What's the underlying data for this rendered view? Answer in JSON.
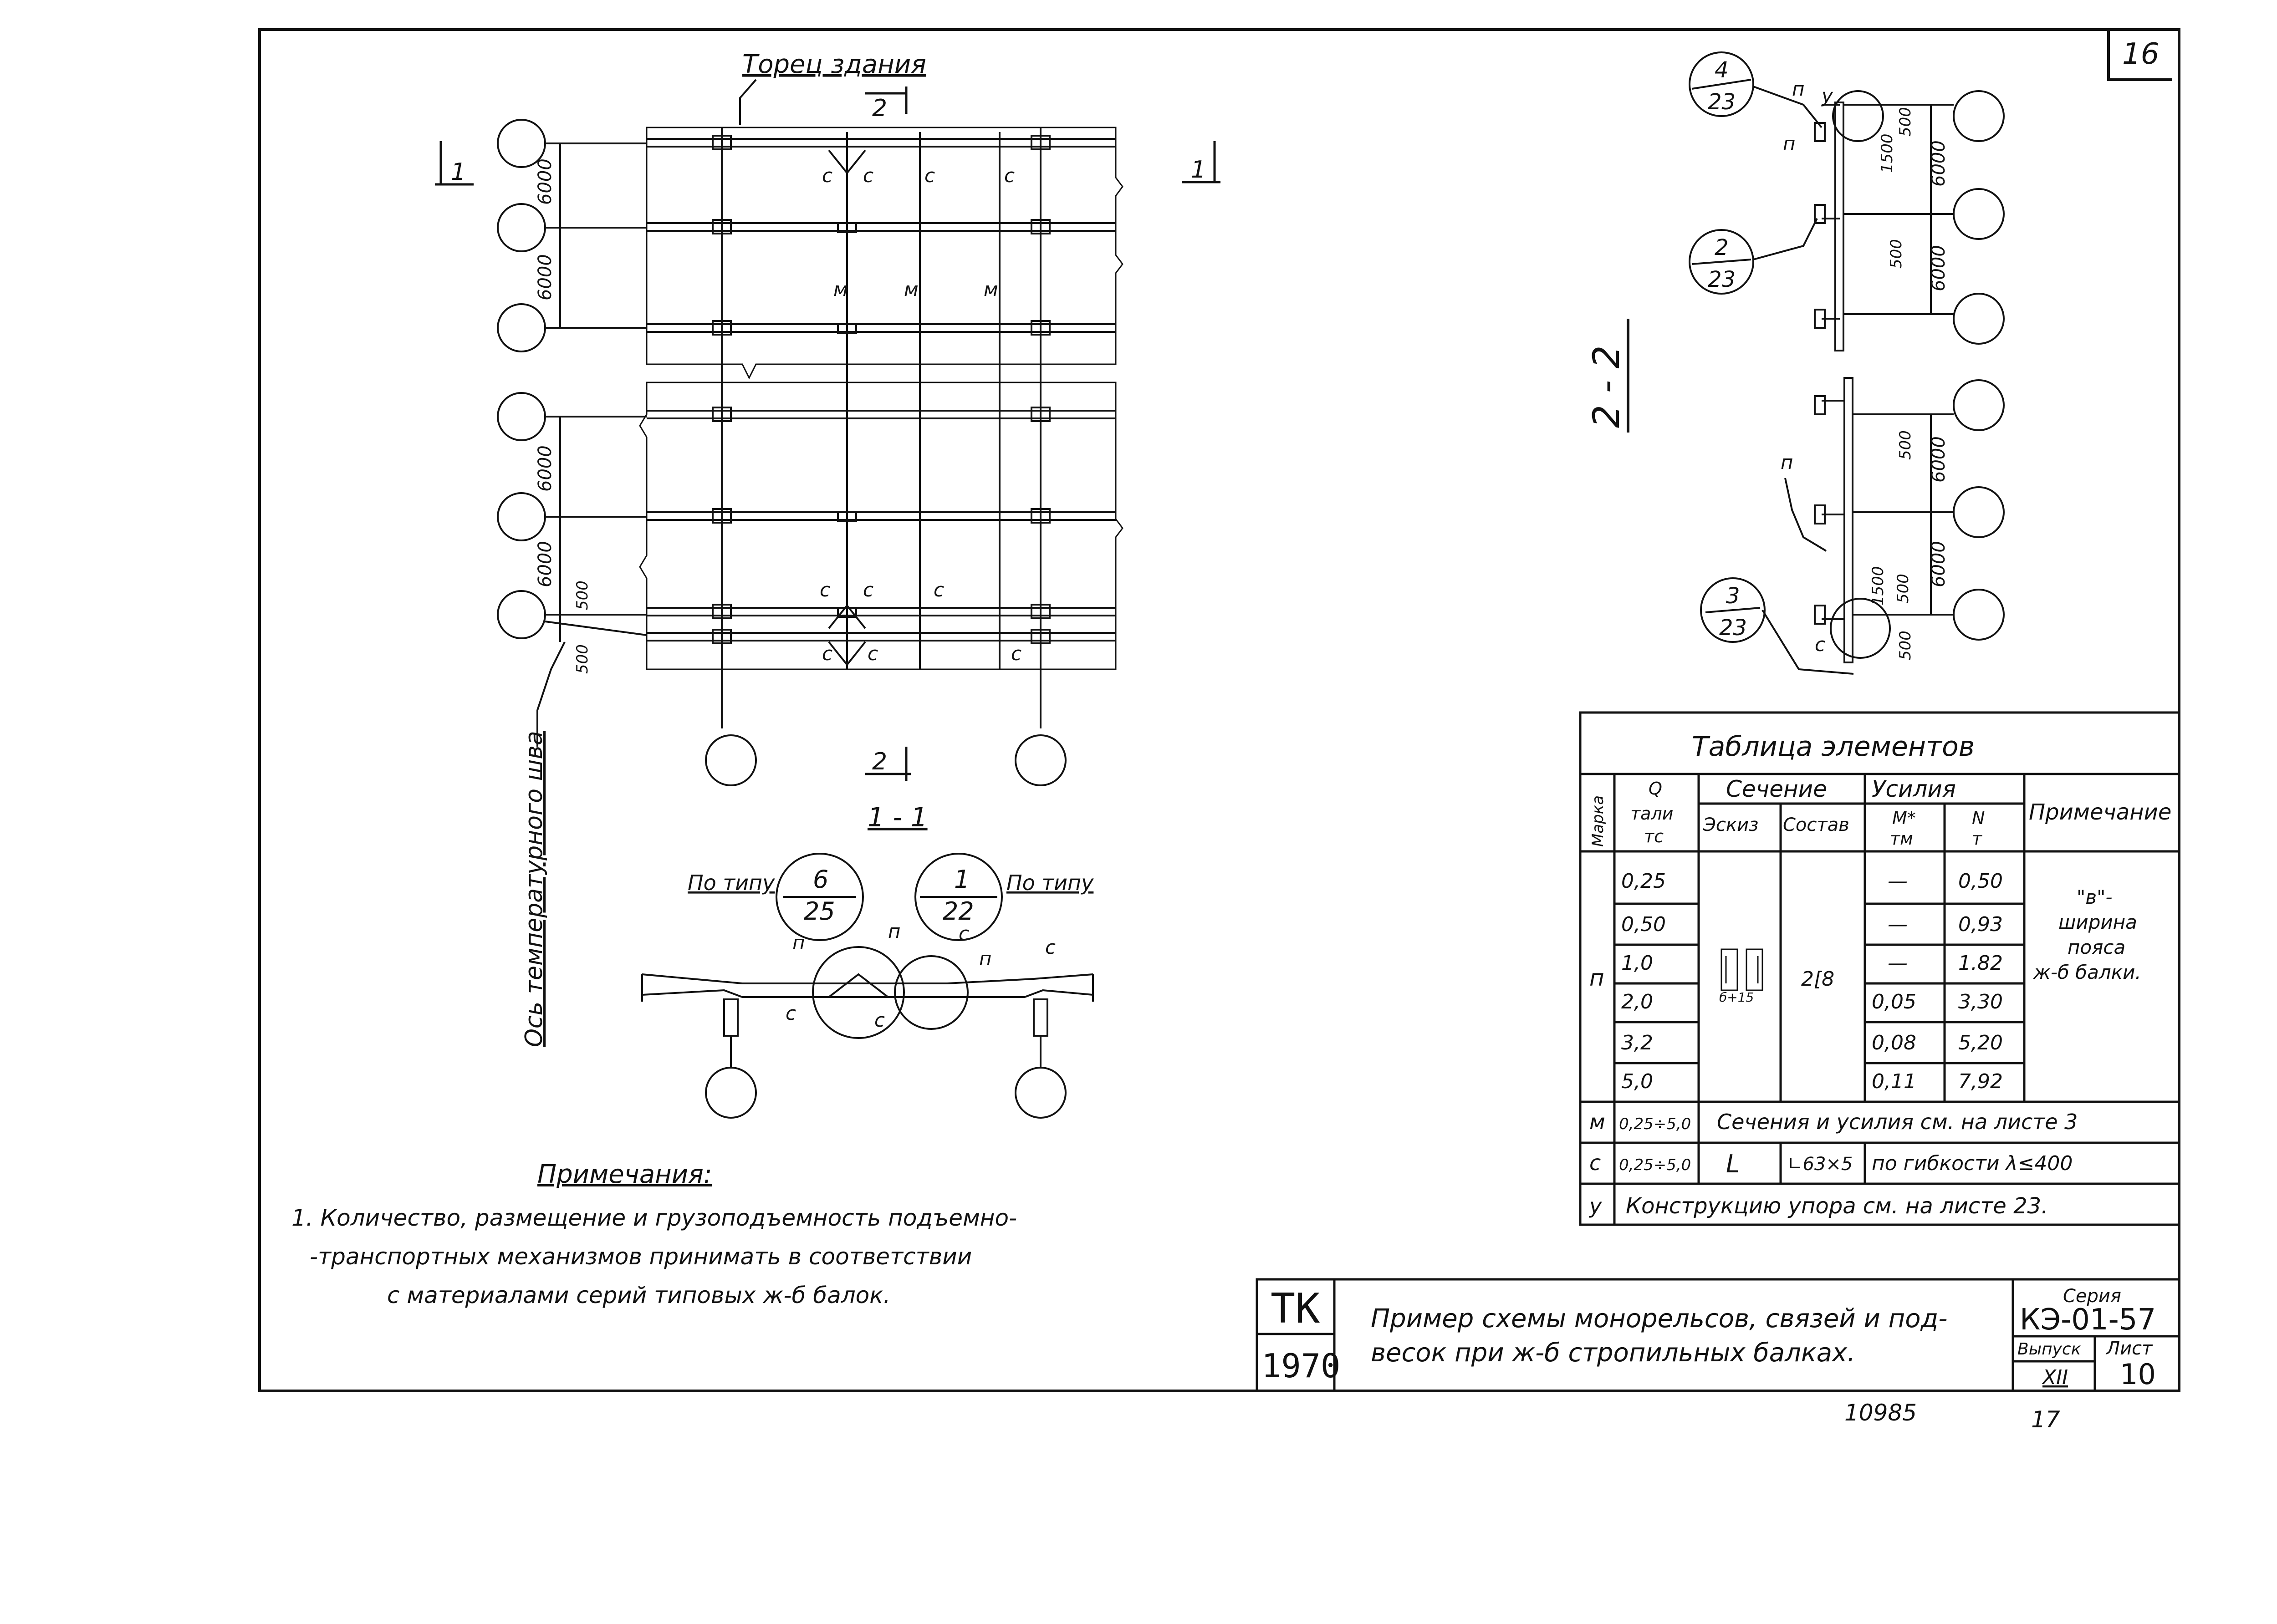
{
  "sheet_corner_number": "16",
  "plan": {
    "building_end_label": "Торец здания",
    "section_mark_top": "2",
    "section_mark_bottom": "2",
    "section_mark_left": "1",
    "section_mark_right": "1",
    "spacing": [
      "6000",
      "6000",
      "6000",
      "6000",
      "500",
      "500"
    ],
    "axis_label": "Ось температурного шва",
    "letters": {
      "c": "с",
      "m": "м"
    }
  },
  "section_1_1": {
    "title": "1 - 1",
    "ref_left_prefix": "По типу",
    "ref_left": {
      "top": "6",
      "bottom": "25"
    },
    "ref_right": {
      "top": "1",
      "bottom": "22"
    },
    "ref_right_suffix": "По типу",
    "letters": {
      "p": "п",
      "c": "с"
    }
  },
  "section_2_2": {
    "title": "2 - 2",
    "ref_a": {
      "top": "4",
      "bottom": "23"
    },
    "ref_b": {
      "top": "2",
      "bottom": "23"
    },
    "ref_c": {
      "top": "3",
      "bottom": "23"
    },
    "letters": {
      "p": "п",
      "y": "у",
      "c": "с"
    },
    "dims": [
      "500",
      "1500",
      "6000",
      "500",
      "6000",
      "500",
      "6000",
      "500",
      "1500",
      "500",
      "6000"
    ]
  },
  "elements_table": {
    "title": "Таблица элементов",
    "headers": {
      "marka": "Марка",
      "q": "Q",
      "q_unit1": "тали",
      "q_unit2": "тс",
      "section": "Сечение",
      "sketch": "Эскиз",
      "composition": "Состав",
      "forces": "Усилия",
      "m": "М*",
      "m_unit": "тм",
      "n": "N",
      "n_unit": "т",
      "note": "Примечание"
    },
    "p_mark": "п",
    "p_composition": "2[8",
    "p_sketch_label": "б+15",
    "p_rows": [
      {
        "q": "0,25",
        "m": "—",
        "n": "0,50"
      },
      {
        "q": "0,50",
        "m": "—",
        "n": "0,93"
      },
      {
        "q": "1,0",
        "m": "—",
        "n": "1.82"
      },
      {
        "q": "2,0",
        "m": "0,05",
        "n": "3,30"
      },
      {
        "q": "3,2",
        "m": "0,08",
        "n": "5,20"
      },
      {
        "q": "5,0",
        "m": "0,11",
        "n": "7,92"
      }
    ],
    "p_note": [
      "\"в\"-",
      "ширина",
      "пояса",
      "ж-б балки."
    ],
    "m_row": {
      "mark": "м",
      "q": "0,25÷5,0",
      "text": "Сечения и усилия см. на листе 3"
    },
    "c_row": {
      "mark": "с",
      "q": "0,25÷5,0",
      "sketch": "L",
      "composition": "∟63×5",
      "text": "по гибкости λ≤400"
    },
    "y_row": {
      "mark": "у",
      "text": "Конструкцию упора см. на листе 23."
    }
  },
  "notes": {
    "title": "Примечания:",
    "lines": [
      "1. Количество, размещение и грузоподъемность подъемно-",
      "-транспортных механизмов принимать в соответствии",
      "с материалами серий типовых ж-б балок."
    ]
  },
  "title_block": {
    "org": "ТК",
    "year": "1970",
    "title_line1": "Пример схемы монорельсов, связей и под-",
    "title_line2": "весок при ж-б стропильных балках.",
    "series_label": "Серия",
    "series": "КЭ-01-57",
    "issue_label": "Выпуск",
    "issue": "XII",
    "sheet_label": "Лист",
    "sheet": "10"
  },
  "bottom_numbers": [
    "10985",
    "17"
  ]
}
